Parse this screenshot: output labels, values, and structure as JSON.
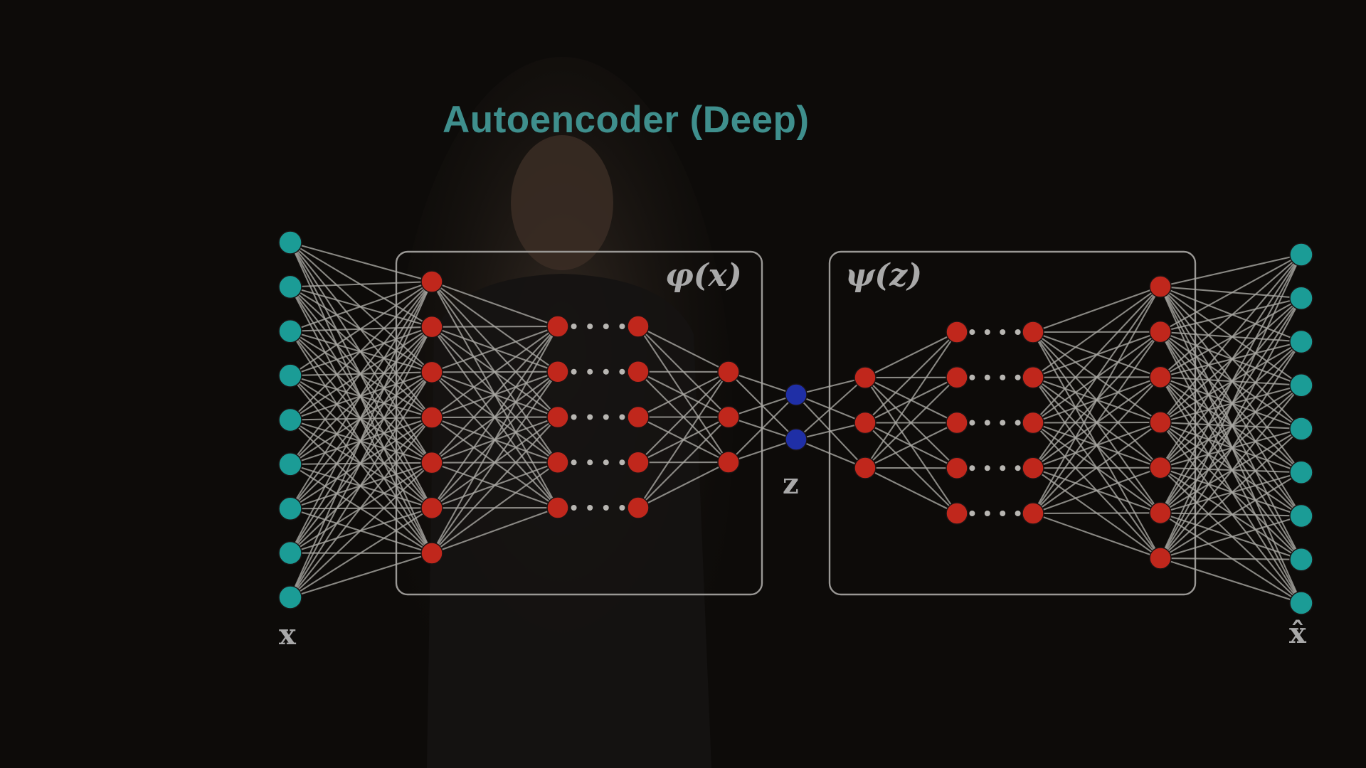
{
  "title": "Autoencoder (Deep)",
  "labels": {
    "encoder": "φ(x)",
    "decoder": "ψ(z)",
    "input": "x",
    "latent": "z",
    "output": "x̂"
  },
  "layer_sizes": {
    "input": 9,
    "encoder": [
      7,
      5,
      5,
      3
    ],
    "latent": 2,
    "decoder": [
      3,
      5,
      5,
      7
    ],
    "output": 9
  },
  "colors": {
    "input_output_node": "#1b9c96",
    "hidden_node": "#c0271c",
    "latent_node": "#1f2fa6",
    "title": "#3f8f8d"
  }
}
